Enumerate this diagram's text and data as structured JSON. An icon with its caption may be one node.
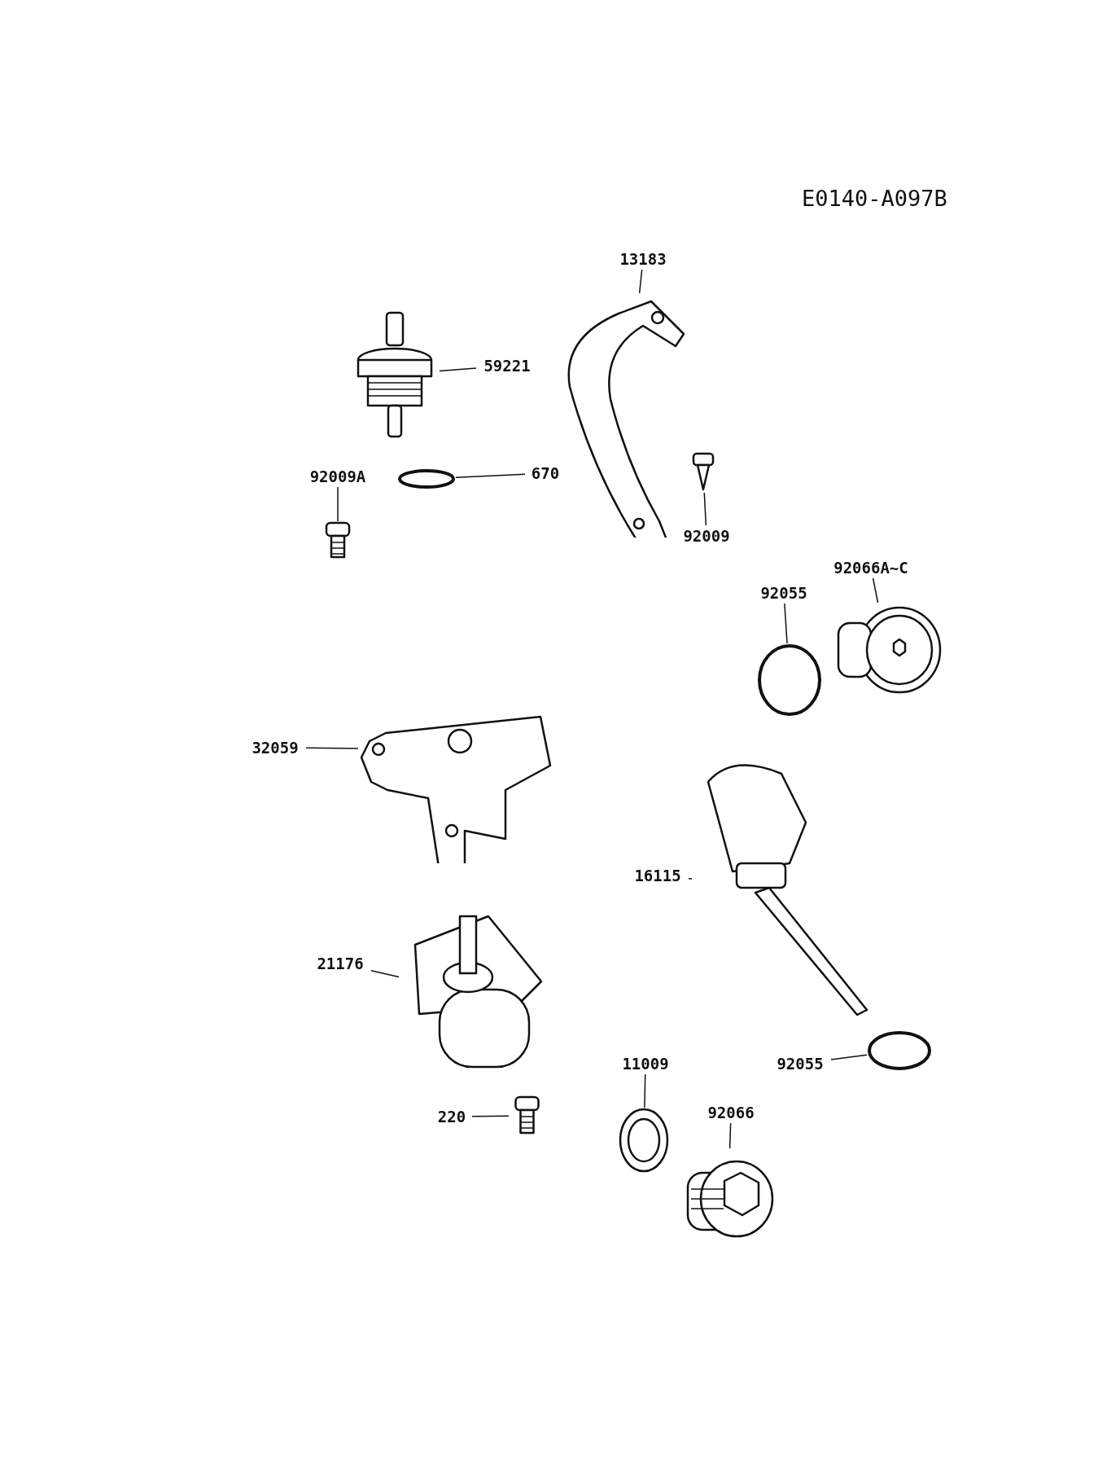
{
  "diagram": {
    "nodes": [
      {
        "text": [
          "13183"
        ]
      },
      {
        "text": [],
        "shape": "picture"
      },
      {
        "text": [
          "59221"
        ]
      },
      {
        "text": [],
        "shape": "picture"
      },
      {
        "text": [
          "670"
        ]
      },
      {
        "text": [],
        "shape": "circle"
      },
      {
        "text": [
          "92009A"
        ]
      },
      {
        "text": [],
        "shape": "picture"
      },
      {
        "text": [
          "92009"
        ]
      },
      {
        "text": [],
        "shape": "picture"
      },
      {
        "text": [
          "92066A~C"
        ]
      },
      {
        "text": [],
        "shape": "picture"
      },
      {
        "text": [
          "92055"
        ]
      },
      {
        "text": [],
        "shape": "circle"
      },
      {
        "text": [
          "32059"
        ]
      },
      {
        "text": [],
        "shape": "picture"
      },
      {
        "text": [
          "16115"
        ]
      },
      {
        "text": [],
        "shape": "picture"
      },
      {
        "text": [
          "21176"
        ]
      },
      {
        "text": [],
        "shape": "picture"
      },
      {
        "text": [
          "11009"
        ]
      },
      {
        "text": [],
        "shape": "picture"
      },
      {
        "text": [
          "92055"
        ]
      },
      {
        "text": [],
        "shape": "circle"
      },
      {
        "text": [
          "92066"
        ]
      },
      {
        "text": [],
        "shape": "picture"
      },
      {
        "text": [
          "220"
        ]
      },
      {
        "text": [],
        "shape": "picture"
      }
    ],
    "edges": [
      {
        "from": 0,
        "to": 1,
        "arrow": "none"
      },
      {
        "from": 2,
        "to": 3,
        "arrow": "none"
      },
      {
        "from": 4,
        "to": 5,
        "arrow": "none"
      },
      {
        "from": 6,
        "to": 7,
        "arrow": "none"
      },
      {
        "from": 8,
        "to": 9,
        "arrow": "none"
      },
      {
        "from": 10,
        "to": 11,
        "arrow": "none"
      },
      {
        "from": 12,
        "to": 13,
        "arrow": "none"
      },
      {
        "from": 14,
        "to": 15,
        "arrow": "none"
      },
      {
        "from": 16,
        "to": 17,
        "arrow": "none"
      },
      {
        "from": 18,
        "to": 19,
        "arrow": "none"
      },
      {
        "from": 20,
        "to": 21,
        "arrow": "none"
      },
      {
        "from": 22,
        "to": 23,
        "arrow": "none"
      },
      {
        "from": 24,
        "to": 25,
        "arrow": "none"
      },
      {
        "from": 26,
        "to": 27,
        "arrow": "none"
      }
    ],
    "labels": [
      "E0140-A097B"
    ]
  }
}
